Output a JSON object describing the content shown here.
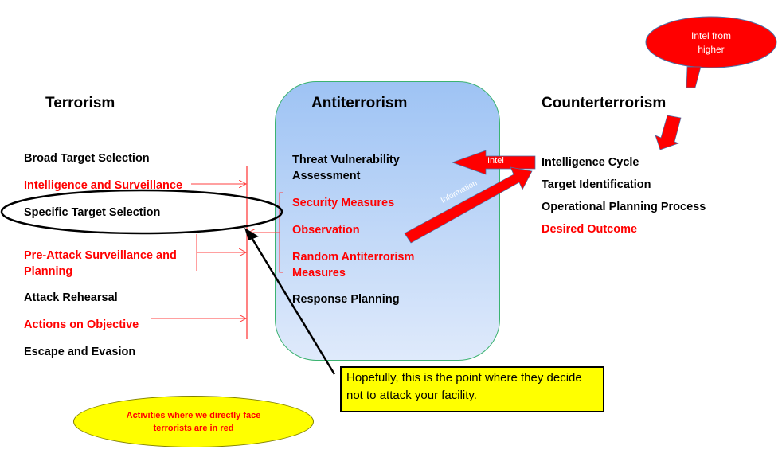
{
  "headings": {
    "terrorism": "Terrorism",
    "antiterrorism": "Antiterrorism",
    "counterterrorism": "Counterterrorism"
  },
  "terrorism_items": [
    {
      "label": "Broad Target Selection",
      "color": "#000000"
    },
    {
      "label": "Intelligence and Surveillance",
      "color": "#ff0000"
    },
    {
      "label": "Specific Target Selection",
      "color": "#000000"
    },
    {
      "label": "Pre-Attack Surveillance and Planning",
      "color": "#ff0000"
    },
    {
      "label": "Attack Rehearsal",
      "color": "#000000"
    },
    {
      "label": "Actions on Objective",
      "color": "#ff0000"
    },
    {
      "label": "Escape and Evasion",
      "color": "#000000"
    }
  ],
  "antiterrorism_items": [
    {
      "label": "Threat Vulnerability Assessment",
      "color": "#000000"
    },
    {
      "label": "Security Measures",
      "color": "#ff0000"
    },
    {
      "label": "Observation",
      "color": "#ff0000"
    },
    {
      "label": "Random Antiterrorism Measures",
      "color": "#ff0000"
    },
    {
      "label": "Response Planning",
      "color": "#000000"
    }
  ],
  "counterterrorism_items": [
    {
      "label": "Intelligence Cycle",
      "color": "#000000"
    },
    {
      "label": "Target Identification",
      "color": "#000000"
    },
    {
      "label": "Operational Planning Process",
      "color": "#000000"
    },
    {
      "label": "Desired Outcome",
      "color": "#ff0000"
    }
  ],
  "arrows": {
    "intel": "Intel",
    "information": "Information"
  },
  "intel_bubble": "Intel from higher",
  "callout": "Hopefully, this is the point where they decide not to attack your facility.",
  "note": "Activities where we directly face terrorists are in red"
}
